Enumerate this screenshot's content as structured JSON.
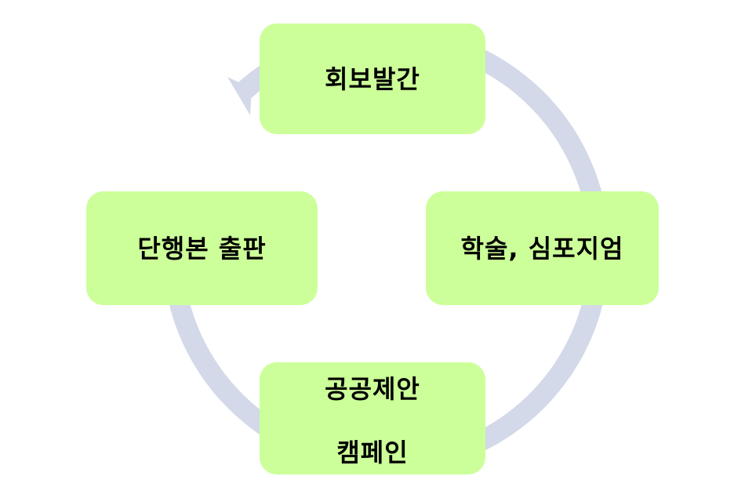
{
  "diagram": {
    "type": "cycle",
    "colors": {
      "ring": "#d3d9e8",
      "node_fill": "#ccff99",
      "text": "#000000"
    },
    "nodes": {
      "top": {
        "label": "회보발간"
      },
      "right": {
        "label": "학술, 심포지엄"
      },
      "bottom": {
        "line1": "공공제안",
        "line2": "캠페인"
      },
      "left": {
        "label": "단행본 출판"
      }
    }
  }
}
